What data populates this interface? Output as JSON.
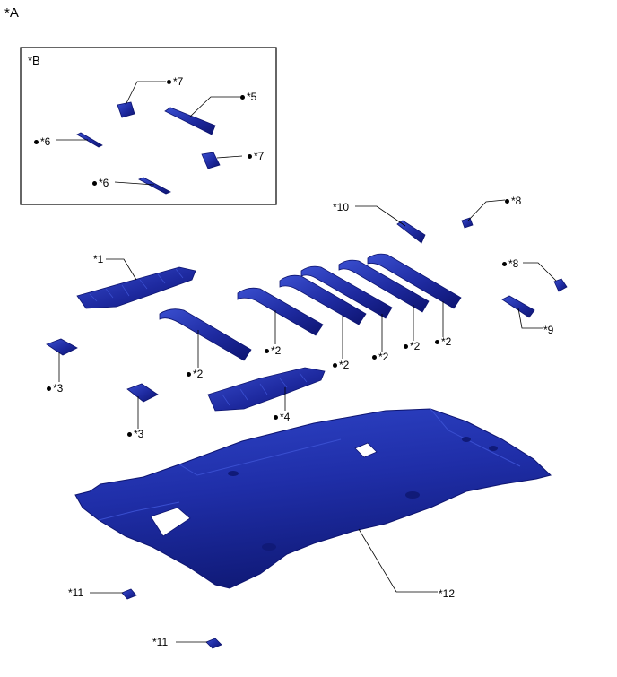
{
  "view_label": "*A",
  "inset_label": "*B",
  "colors": {
    "part_fill": "#1e2aa0",
    "part_dark": "#0d1470",
    "part_light": "#3a4fd0",
    "leader": "#000000"
  },
  "callouts": {
    "c1": "*1",
    "c2": "*2",
    "c3": "*3",
    "c4": "*4",
    "c5": "*5",
    "c6": "*6",
    "c7": "*7",
    "c8": "*8",
    "c9": "*9",
    "c10": "*10",
    "c11": "*11",
    "c12": "*12"
  }
}
